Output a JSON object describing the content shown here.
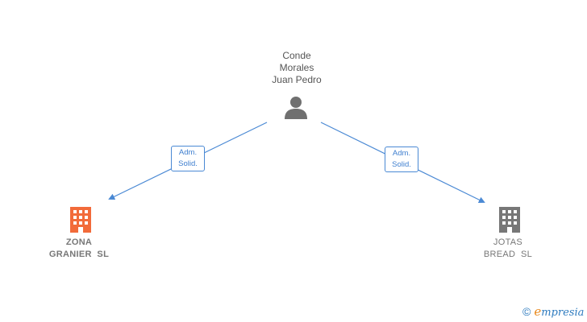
{
  "person": {
    "name_lines": [
      "Conde",
      "Morales",
      "Juan Pedro"
    ]
  },
  "relations": [
    {
      "label_lines": [
        "Adm.",
        "Solid."
      ],
      "target": "ZONA GRANIER SL"
    },
    {
      "label_lines": [
        "Adm.",
        "Solid."
      ],
      "target": "JOTAS BREAD SL"
    }
  ],
  "companies": [
    {
      "name_lines": [
        "ZONA",
        "GRANIER  SL"
      ],
      "icon": "building-icon",
      "color": "#f26b3a"
    },
    {
      "name_lines": [
        "JOTAS",
        "BREAD  SL"
      ],
      "icon": "building-icon",
      "color": "#777777"
    }
  ],
  "brand": {
    "copyright": "©",
    "initial": "e",
    "rest": "mpresia"
  },
  "colors": {
    "edge": "#4a89d4",
    "person": "#707070",
    "text": "#555555"
  }
}
